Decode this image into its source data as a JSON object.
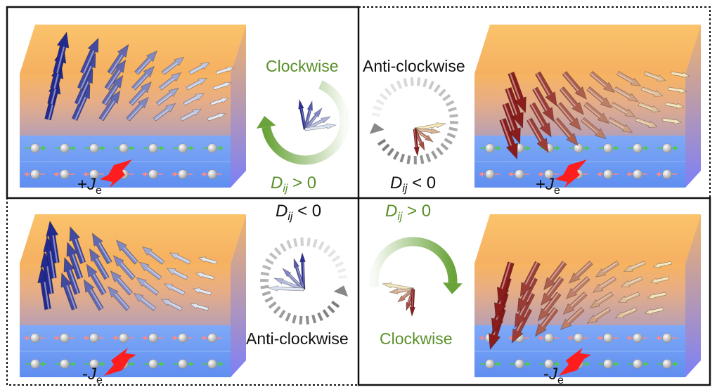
{
  "panels": {
    "top_left": {
      "current_sign": "+",
      "current_symbol": "J",
      "current_subscript": "e",
      "rotation_label": "Clockwise",
      "dmi_symbol": "D",
      "dmi_subscript": "ij",
      "dmi_relation": " > 0"
    },
    "top_right": {
      "current_sign": "+",
      "current_symbol": "J",
      "current_subscript": "e",
      "rotation_label": "Anti-clockwise",
      "dmi_symbol": "D",
      "dmi_subscript": "ij",
      "dmi_relation": " < 0"
    },
    "bottom_left": {
      "current_sign": "-",
      "current_symbol": "J",
      "current_subscript": "e",
      "rotation_label": "Anti-clockwise",
      "dmi_symbol": "D",
      "dmi_subscript": "ij",
      "dmi_relation": " < 0"
    },
    "bottom_right": {
      "current_sign": "-",
      "current_symbol": "J",
      "current_subscript": "e",
      "rotation_label": "Clockwise",
      "dmi_symbol": "D",
      "dmi_subscript": "ij",
      "dmi_relation": " > 0"
    }
  },
  "colors": {
    "magnet_layer": "#f7b865",
    "magnet_side": "#8f8fff",
    "substrate": "#6f9cf5",
    "clockwise": "#6aa33a",
    "anticlockwise": "#9a9a9a",
    "blue_arrow": "#2b2f96",
    "red_arrow": "#8a2020",
    "current_arrow": "#ff1a1a"
  }
}
